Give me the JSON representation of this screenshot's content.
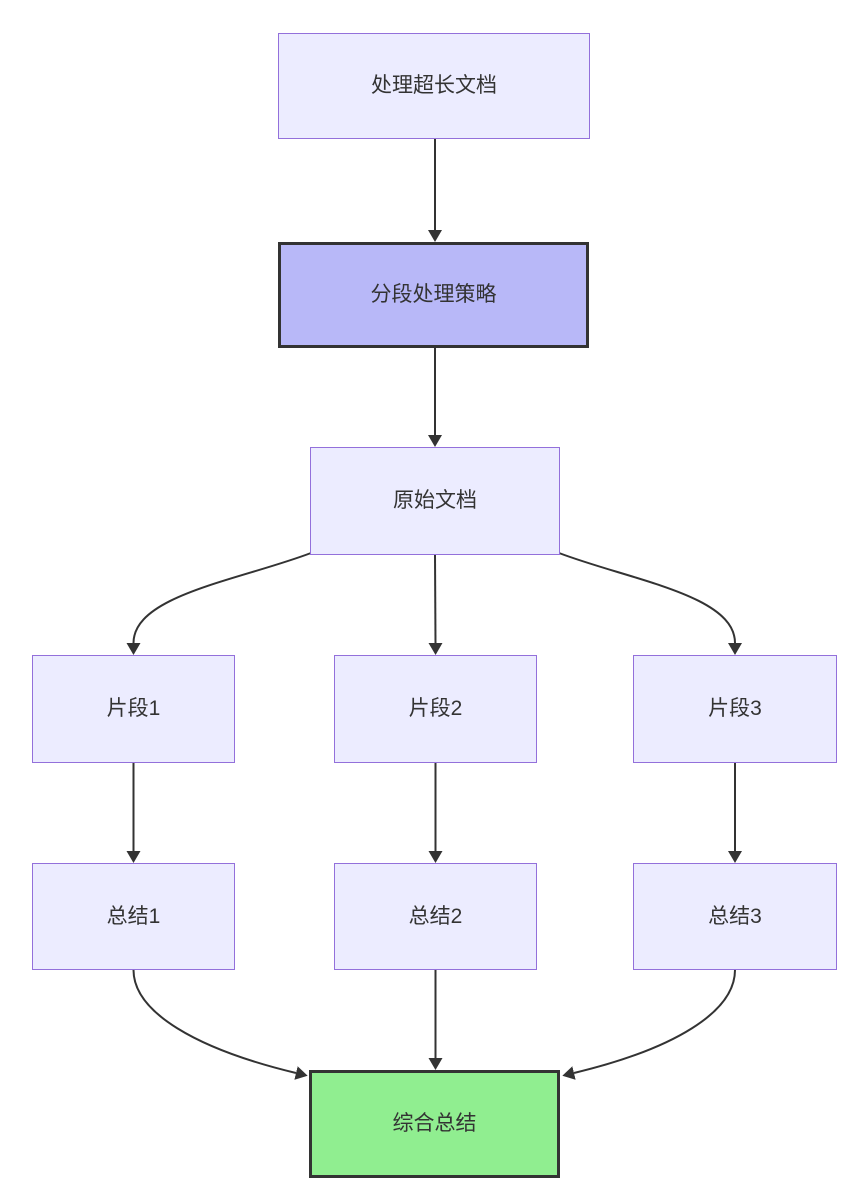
{
  "diagram": {
    "type": "flowchart",
    "direction": "top-down",
    "background": "#ffffff",
    "colors": {
      "background": "#ffffff",
      "default_fill": "#ECECFF",
      "default_border": "#9370DB",
      "emphasis_fill": "#B8B8F8",
      "emphasis_border": "#333333",
      "success_fill": "#90EE90",
      "success_border": "#333333",
      "edge_color": "#333333",
      "text_color": "#333333"
    },
    "nodes": [
      {
        "id": "doc",
        "label": "处理超长文档",
        "variant": "default"
      },
      {
        "id": "strategy",
        "label": "分段处理策略",
        "variant": "emphasis"
      },
      {
        "id": "original",
        "label": "原始文档",
        "variant": "default"
      },
      {
        "id": "chunk1",
        "label": "片段1",
        "variant": "default"
      },
      {
        "id": "chunk2",
        "label": "片段2",
        "variant": "default"
      },
      {
        "id": "chunk3",
        "label": "片段3",
        "variant": "default"
      },
      {
        "id": "summary1",
        "label": "总结1",
        "variant": "default"
      },
      {
        "id": "summary2",
        "label": "总结2",
        "variant": "default"
      },
      {
        "id": "summary3",
        "label": "总结3",
        "variant": "default"
      },
      {
        "id": "final",
        "label": "综合总结",
        "variant": "success"
      }
    ],
    "edges": [
      {
        "from": "doc",
        "to": "strategy"
      },
      {
        "from": "strategy",
        "to": "original"
      },
      {
        "from": "original",
        "to": "chunk1"
      },
      {
        "from": "original",
        "to": "chunk2"
      },
      {
        "from": "original",
        "to": "chunk3"
      },
      {
        "from": "chunk1",
        "to": "summary1"
      },
      {
        "from": "chunk2",
        "to": "summary2"
      },
      {
        "from": "chunk3",
        "to": "summary3"
      },
      {
        "from": "summary1",
        "to": "final"
      },
      {
        "from": "summary2",
        "to": "final"
      },
      {
        "from": "summary3",
        "to": "final"
      }
    ]
  }
}
